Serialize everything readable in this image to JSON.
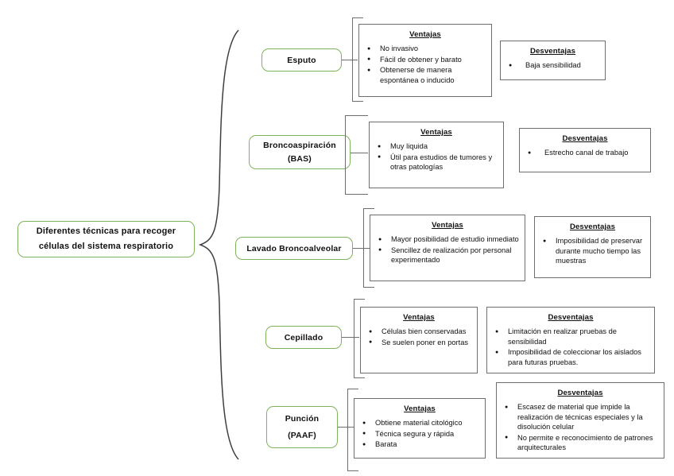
{
  "diagram": {
    "type": "tree-brace",
    "root": {
      "lines": [
        "Diferentes técnicas para recoger",
        "células del sistema respiratorio"
      ],
      "border_color": "#7fb35a"
    },
    "section_titles": {
      "advantages": "Ventajas",
      "disadvantages": "Desventajas"
    },
    "box_border_color": "#6e6e6e",
    "branches": [
      {
        "id": "esputo",
        "node_lines": [
          "Esputo"
        ],
        "advantages": [
          "No invasivo",
          "Fácil de obtener y barato",
          "Obtenerse de manera espontánea o inducido"
        ],
        "disadvantages": [
          "Baja sensibilidad"
        ]
      },
      {
        "id": "broncoaspiracion",
        "node_lines": [
          "Broncoaspiración",
          "(BAS)"
        ],
        "advantages": [
          "Muy liquida",
          "Útil para estudios de tumores y otras patologías"
        ],
        "disadvantages": [
          "Estrecho canal de trabajo"
        ]
      },
      {
        "id": "lavado-broncoalveolar",
        "node_lines": [
          "Lavado Broncoalveolar"
        ],
        "advantages": [
          "Mayor posibilidad de estudio inmediato",
          "Sencillez de realización por personal experimentado"
        ],
        "disadvantages": [
          "Imposibilidad de preservar durante mucho tiempo las muestras"
        ]
      },
      {
        "id": "cepillado",
        "node_lines": [
          "Cepillado"
        ],
        "advantages": [
          "Células bien conservadas",
          "Se suelen poner en portas"
        ],
        "disadvantages": [
          "Limitación en realizar pruebas de sensibilidad",
          "Imposibilidad de coleccionar los aislados para futuras pruebas."
        ]
      },
      {
        "id": "puncion",
        "node_lines": [
          "Punción",
          "(PAAF)"
        ],
        "advantages": [
          "Obtiene material citológico",
          "Técnica segura y rápida",
          "Barata"
        ],
        "disadvantages": [
          "Escasez de material que impide la realización de técnicas especiales y la disolución celular",
          "No permite e reconocimiento de patrones arquitecturales"
        ]
      }
    ]
  }
}
